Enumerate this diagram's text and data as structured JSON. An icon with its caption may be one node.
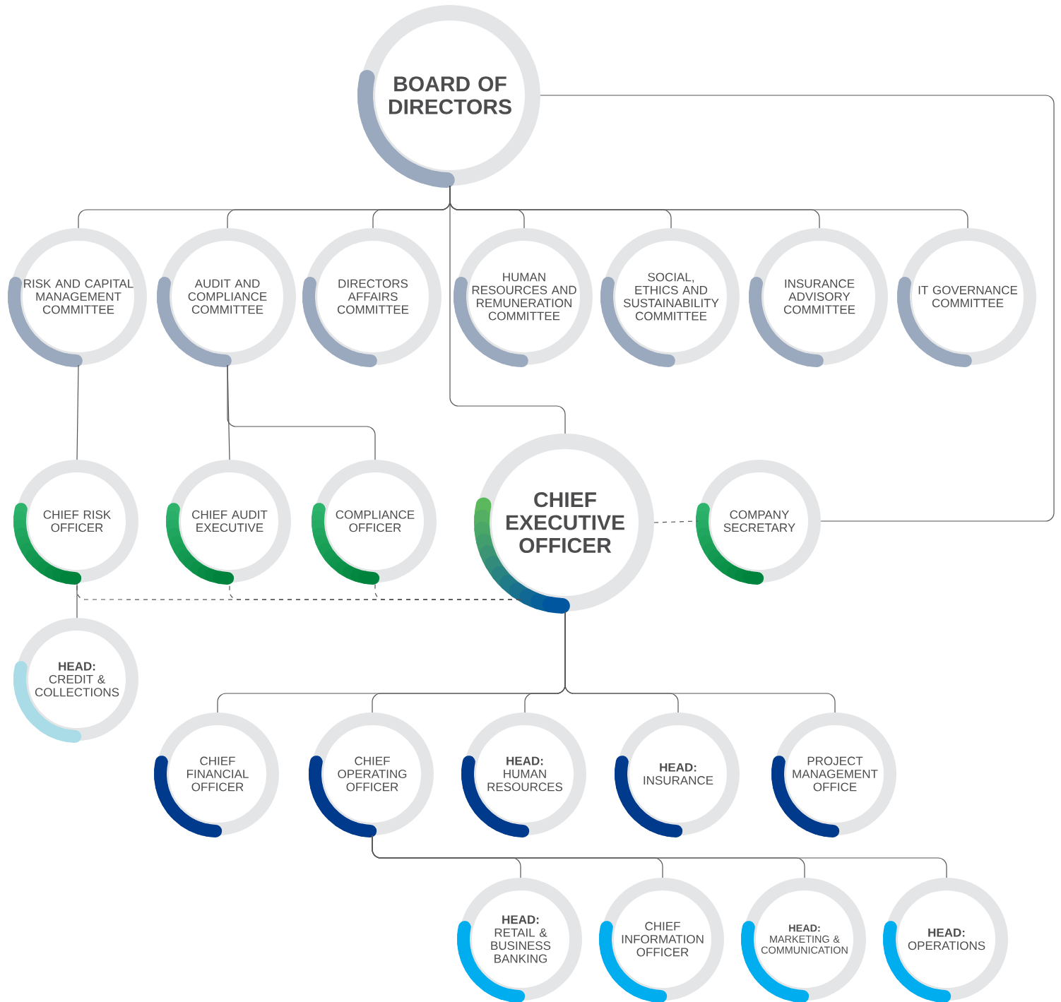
{
  "diagram": {
    "nodes": [
      {
        "text": [
          "BOARD OF DIRECTORS"
        ]
      },
      {
        "text": [
          "RISK AND CAPITAL MANAGEMENT COMMITTEE"
        ]
      },
      {
        "text": [
          "AUDIT AND COMPLIANCE COMMITTEE"
        ]
      },
      {
        "text": [
          "DIRECTORS AFFAIRS COMMITTEE"
        ]
      },
      {
        "text": [
          "HUMAN RESOURCES AND REMUNERATION COMMITTEE"
        ]
      },
      {
        "text": [
          "SOCIAL, ETHICS AND SUSTAINABILITY COMMITTEE"
        ]
      },
      {
        "text": [
          "INSURANCE ADVISORY COMMITTEE"
        ]
      },
      {
        "text": [
          "IT GOVERNANCE COMMITTEE"
        ]
      },
      {
        "text": [
          "CHIEF RISK OFFICER"
        ]
      },
      {
        "text": [
          "CHIEF AUDIT EXECUTIVE"
        ]
      },
      {
        "text": [
          "COMPLIANCE OFFICER"
        ]
      },
      {
        "text": [
          "CHIEF EXECUTIVE OFFICER"
        ]
      },
      {
        "text": [
          "COMPANY SECRETARY"
        ]
      },
      {
        "text": [
          "HEAD:",
          "CREDIT & COLLECTIONS"
        ]
      },
      {
        "text": [
          "CHIEF FINANCIAL OFFICER"
        ]
      },
      {
        "text": [
          "CHIEF OPERATING OFFICER"
        ]
      },
      {
        "text": [
          "HEAD:",
          "HUMAN RESOURCES"
        ]
      },
      {
        "text": [
          "HEAD:",
          "INSURANCE"
        ]
      },
      {
        "text": [
          "PROJECT MANAGEMENT OFFICE"
        ]
      },
      {
        "text": [
          "HEAD:",
          "RETAIL & BUSINESS BANKING"
        ]
      },
      {
        "text": [
          "CHIEF INFORMATION OFFICER"
        ]
      },
      {
        "text": [
          "HEAD:",
          "MARKETING & COMMUNICATION"
        ]
      },
      {
        "text": [
          "HEAD:",
          "OPERATIONS"
        ]
      }
    ],
    "edges": [
      {
        "from": 0,
        "to": 1,
        "arrow": "none"
      },
      {
        "from": 0,
        "to": 2,
        "arrow": "none"
      },
      {
        "from": 0,
        "to": 3,
        "arrow": "none"
      },
      {
        "from": 0,
        "to": 4,
        "arrow": "none"
      },
      {
        "from": 0,
        "to": 5,
        "arrow": "none"
      },
      {
        "from": 0,
        "to": 6,
        "arrow": "none"
      },
      {
        "from": 0,
        "to": 7,
        "arrow": "none"
      },
      {
        "from": 0,
        "to": 11,
        "arrow": "none"
      },
      {
        "from": 0,
        "to": 12,
        "arrow": "none"
      },
      {
        "from": 1,
        "to": 8,
        "arrow": "none"
      },
      {
        "from": 2,
        "to": 9,
        "arrow": "none"
      },
      {
        "from": 2,
        "to": 10,
        "arrow": "none"
      },
      {
        "from": 8,
        "to": 13,
        "arrow": "none"
      },
      {
        "from": 11,
        "to": 8,
        "arrow": "none",
        "style": "dashed"
      },
      {
        "from": 11,
        "to": 9,
        "arrow": "none",
        "style": "dashed"
      },
      {
        "from": 11,
        "to": 10,
        "arrow": "none",
        "style": "dashed"
      },
      {
        "from": 11,
        "to": 12,
        "arrow": "none",
        "style": "dashed"
      },
      {
        "from": 11,
        "to": 14,
        "arrow": "none"
      },
      {
        "from": 11,
        "to": 15,
        "arrow": "none"
      },
      {
        "from": 11,
        "to": 16,
        "arrow": "none"
      },
      {
        "from": 11,
        "to": 17,
        "arrow": "none"
      },
      {
        "from": 11,
        "to": 18,
        "arrow": "none"
      },
      {
        "from": 15,
        "to": 19,
        "arrow": "none"
      },
      {
        "from": 15,
        "to": 20,
        "arrow": "none"
      },
      {
        "from": 15,
        "to": 21,
        "arrow": "none"
      },
      {
        "from": 15,
        "to": 22,
        "arrow": "none"
      }
    ]
  }
}
